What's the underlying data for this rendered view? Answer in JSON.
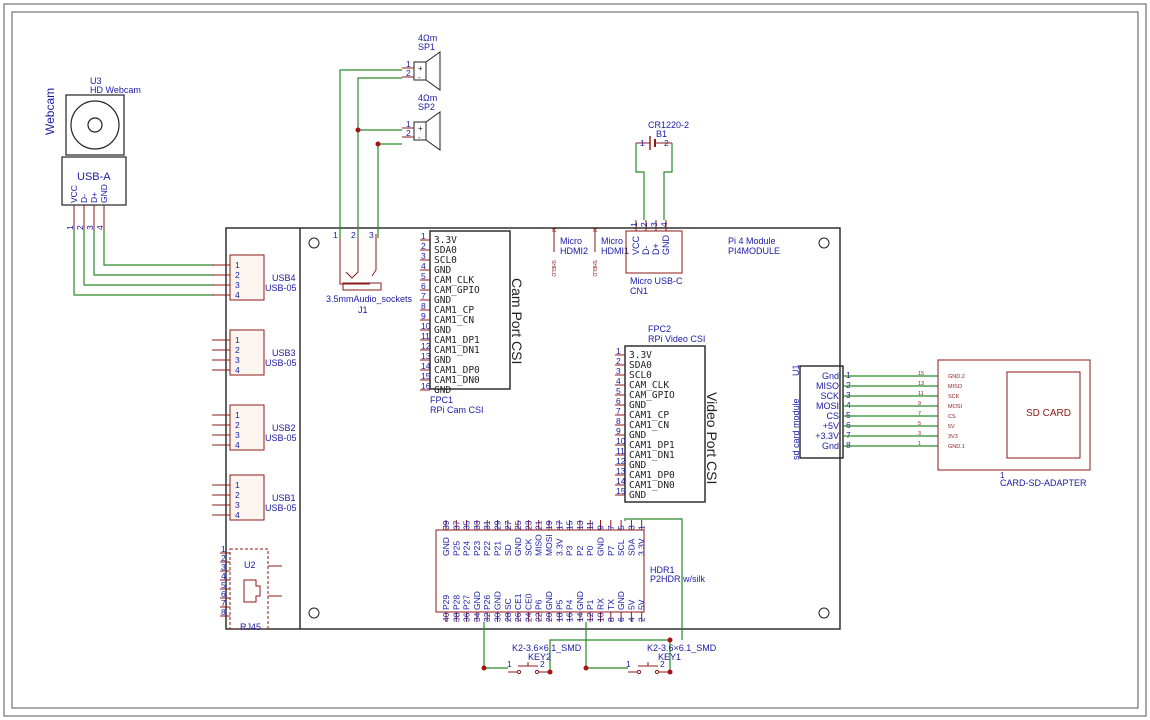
{
  "webcam": {
    "side_label": "Webcam",
    "ref": "U3",
    "name": "HD Webcam",
    "plug": "USB-A",
    "pins": [
      "VCC",
      "D-",
      "D+",
      "GND"
    ],
    "pin_nums": [
      "1",
      "2",
      "3",
      "4"
    ]
  },
  "usb_ports": [
    {
      "ref": "USB4",
      "part": "USB-05",
      "pins": [
        "1",
        "2",
        "3",
        "4"
      ]
    },
    {
      "ref": "USB3",
      "part": "USB-05",
      "pins": [
        "1",
        "2",
        "3",
        "4"
      ]
    },
    {
      "ref": "USB2",
      "part": "USB-05",
      "pins": [
        "1",
        "2",
        "3",
        "4"
      ]
    },
    {
      "ref": "USB1",
      "part": "USB-05",
      "pins": [
        "1",
        "2",
        "3",
        "4"
      ]
    }
  ],
  "rj45": {
    "ref": "U2",
    "part": "RJ45",
    "pins": [
      "1",
      "2",
      "3",
      "4",
      "5",
      "6",
      "7",
      "8"
    ]
  },
  "speakers": [
    {
      "value": "4Ωm",
      "ref": "SP1",
      "pins": [
        "1",
        "2"
      ],
      "signs": [
        "+",
        "-"
      ]
    },
    {
      "value": "4Ωm",
      "ref": "SP2",
      "pins": [
        "1",
        "2"
      ],
      "signs": [
        "+",
        "-"
      ]
    }
  ],
  "audio_jack": {
    "part": "3.5mmAudio_sockets",
    "ref": "J1",
    "pins": [
      "1",
      "2",
      "3"
    ]
  },
  "cam_fpc": {
    "title": "Cam Port CSI",
    "ref": "FPC1",
    "part": "RPi Cam CSI",
    "pins": [
      "3.3V",
      "SDA0",
      "SCL0",
      "GND",
      "CAM_CLK",
      "CAM_GPIO",
      "GND",
      "CAM1_CP",
      "CAM1_CN",
      "GND",
      "CAM1_DP1",
      "CAM1_DN1",
      "GND",
      "CAM1_DP0",
      "CAM1_DN0",
      "GND"
    ],
    "pin_nums": [
      "1",
      "2",
      "3",
      "4",
      "5",
      "6",
      "7",
      "8",
      "9",
      "10",
      "11",
      "12",
      "13",
      "14",
      "15",
      "16"
    ]
  },
  "video_fpc": {
    "title": "Video Port CSI",
    "ref": "FPC2",
    "part": "RPi Video CSI",
    "pins": [
      "3.3V",
      "SDA0",
      "SCL0",
      "CAM_CLK",
      "CAM_GPIO",
      "GND",
      "CAM1_CP",
      "CAM1_CN",
      "GND",
      "CAM1_DP1",
      "CAM1_DN1",
      "GND",
      "CAM1_DP0",
      "CAM1_DN0",
      "GND"
    ],
    "pin_nums": [
      "1",
      "2",
      "3",
      "4",
      "5",
      "6",
      "7",
      "8",
      "9",
      "10",
      "11",
      "12",
      "13",
      "14",
      "15"
    ]
  },
  "hdmi": [
    {
      "line1": "Micro",
      "line2": "HDMI2",
      "shield": "SHELD"
    },
    {
      "line1": "Micro",
      "line2": "HDMI1",
      "shield": "SHELD"
    }
  ],
  "usbc": {
    "pins": [
      "VCC",
      "D-",
      "D+",
      "GND"
    ],
    "pin_nums": [
      "1",
      "2",
      "3",
      "4"
    ],
    "part": "Micro USB-C",
    "ref": "CN1"
  },
  "battery": {
    "part": "CR1220-2",
    "ref": "B1",
    "pins": [
      "1",
      "2"
    ]
  },
  "module": {
    "line1": "Pi 4 Module",
    "line2": "PI4MODULE"
  },
  "sd_module": {
    "ref": "U1",
    "name": "sd card module",
    "pins": [
      "Gnd",
      "MISO",
      "SCK",
      "MOSI",
      "CS",
      "+5V",
      "+3.3V",
      "Gnd"
    ],
    "pin_nums": [
      "1",
      "2",
      "3",
      "4",
      "5",
      "6",
      "7",
      "8"
    ]
  },
  "sd_adapter": {
    "title": "SD CARD",
    "ref": "1",
    "part": "CARD-SD-ADAPTER",
    "pin_nums": [
      "15",
      "13",
      "11",
      "9",
      "7",
      "5",
      "3",
      "1"
    ],
    "pin_names": [
      "GND.2",
      "MISO",
      "SCK",
      "MOSI",
      "CS",
      "5V",
      "3V3",
      "GND.1"
    ]
  },
  "header": {
    "ref": "HDR1",
    "part": "P2HDR w/silk",
    "top_nums": [
      "39",
      "37",
      "35",
      "33",
      "31",
      "29",
      "27",
      "25",
      "23",
      "21",
      "19",
      "17",
      "15",
      "13",
      "11",
      "9",
      "7",
      "5",
      "3",
      "1"
    ],
    "top_labels": [
      "GND",
      "P25",
      "P24",
      "P23",
      "P22",
      "P21",
      "SD",
      "GND",
      "SCK",
      "MISO",
      "MOSI",
      "3.3V",
      "P3",
      "P2",
      "P0",
      "GND",
      "P7",
      "SCL",
      "SDA",
      "3.3V"
    ],
    "bot_nums": [
      "40",
      "38",
      "36",
      "34",
      "32",
      "30",
      "28",
      "26",
      "24",
      "22",
      "20",
      "18",
      "16",
      "14",
      "12",
      "10",
      "8",
      "6",
      "4",
      "2"
    ],
    "bot_labels": [
      "P29",
      "P28",
      "P27",
      "GND",
      "P26",
      "GND",
      "SC",
      "CE1",
      "CE0",
      "P6",
      "GND",
      "P5",
      "P4",
      "GND",
      "P1",
      "RX",
      "TX",
      "GND",
      "5V",
      "5V"
    ]
  },
  "keys": [
    {
      "part": "K2-3.6×6.1_SMD",
      "ref": "KEY2",
      "pins": [
        "1",
        "2"
      ]
    },
    {
      "part": "K2-3.6×6.1_SMD",
      "ref": "KEY1",
      "pins": [
        "1",
        "2"
      ]
    }
  ]
}
